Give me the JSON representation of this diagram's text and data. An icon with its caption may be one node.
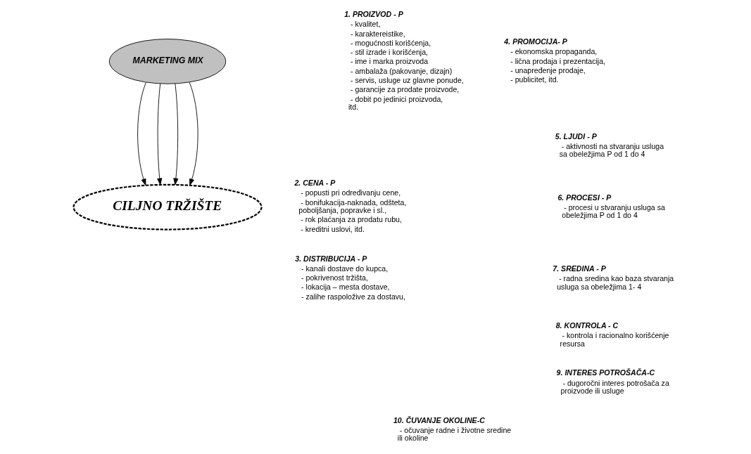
{
  "diagram": {
    "nodes": [
      {
        "text": [
          "MARKETING MIX"
        ]
      },
      {
        "text": [
          "CILJNO TRŽIŠTE"
        ]
      }
    ],
    "edges": [
      {
        "from": 0,
        "to": 1,
        "arrow": "to"
      },
      {
        "from": 0,
        "to": 1,
        "arrow": "to"
      },
      {
        "from": 0,
        "to": 1,
        "arrow": "to"
      },
      {
        "from": 0,
        "to": 1,
        "arrow": "to"
      }
    ],
    "labels": [
      "1. PROIZVOD - P",
      "- kvalitet,",
      "- karaktereistike,",
      "- mogućnosti korišćenja,",
      "- stil izrade i korišćenja,",
      "- ime i marka proizvoda",
      "- ambalaža (pakovanje, dizajn)",
      "- servis, usluge uz glavne ponude,",
      "- garancije za prodate proizvode,",
      "- dobit po jedinici proizvoda, itd.",
      "2. CENA - P",
      "- popusti pri određivanju cene,",
      "- bonifukacija-naknada, odšteta, poboljšanja, popravke i sl.,",
      "- rok plaćanja za prodatu rubu,",
      "- kreditni uslovi, itd.",
      "3. DISTRIBUCIJA - P",
      "- kanali dostave do kupca,",
      "- pokrivenost tržišta,",
      "- lokacija – mesta dostave,",
      "- zalihe raspoložive za dostavu,",
      "10. ČUVANJE OKOLINE-C",
      "- očuvanje radne i životne sredine ili okoline",
      "4. PROMOCIJA- P",
      "- ekonomska propaganda,",
      "- lična prodaja i prezentacija,",
      "- unapređenje prodaje,",
      "- publicitet, itd.",
      "5. LJUDI - P",
      "- aktivnosti na stvaranju usluga sa obeležjima P od 1 do 4",
      "6. PROCESI - P",
      "- procesi u stvaranju usluga sa obeležjima P od 1 do 4",
      "7. SREDINA - P",
      "- radna sredina kao baza stvaranja usluga sa obeležjima 1- 4",
      "8. KONTROLA - C",
      "- kontrola i racionalno korišćenje resursa",
      "9. INTERES POTROŠAČA-C",
      "- dugoročni interes potrošača za proizvode ili usluge"
    ]
  }
}
